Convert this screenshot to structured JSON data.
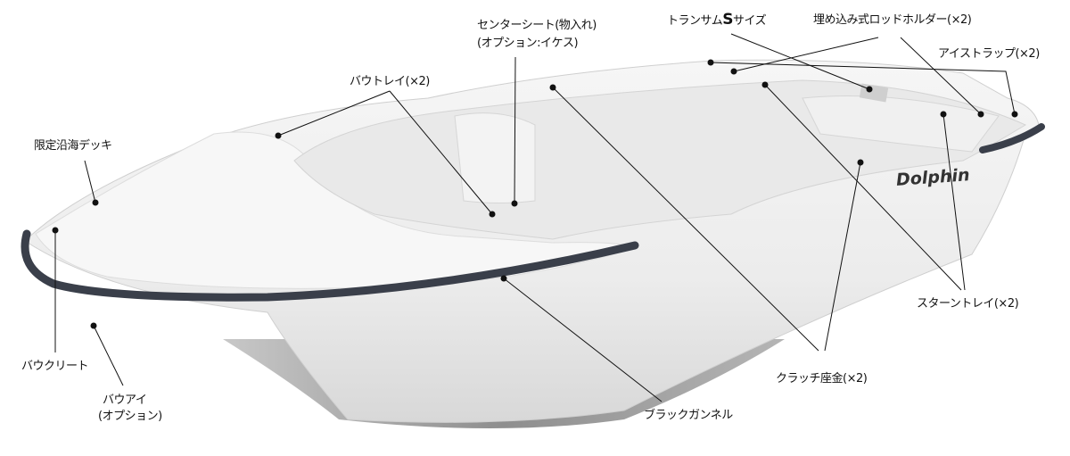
{
  "brand": "Dolphin",
  "labels": {
    "deck": "限定沿海デッキ",
    "bow_tray": "バウトレイ(×2)",
    "center_seat_1": "センターシート(物入れ)",
    "center_seat_2": "(オプション:イケス)",
    "transom_pre": "トランサム",
    "transom_s": "S",
    "transom_post": "サイズ",
    "rod_holder": "埋め込み式ロッドホルダー(×2)",
    "eye_strap": "アイストラップ(×2)",
    "stern_tray": "スターントレイ(×2)",
    "clutch": "クラッチ座金(×2)",
    "gunnel": "ブラックガンネル",
    "bow_cleat": "バウクリート",
    "bow_eye_1": "バウアイ",
    "bow_eye_2": "(オプション)"
  },
  "colors": {
    "hull": "#f2f2f2",
    "shadow": "#9a9a9a",
    "gunnel": "#3a3f4a",
    "line": "#111111"
  }
}
